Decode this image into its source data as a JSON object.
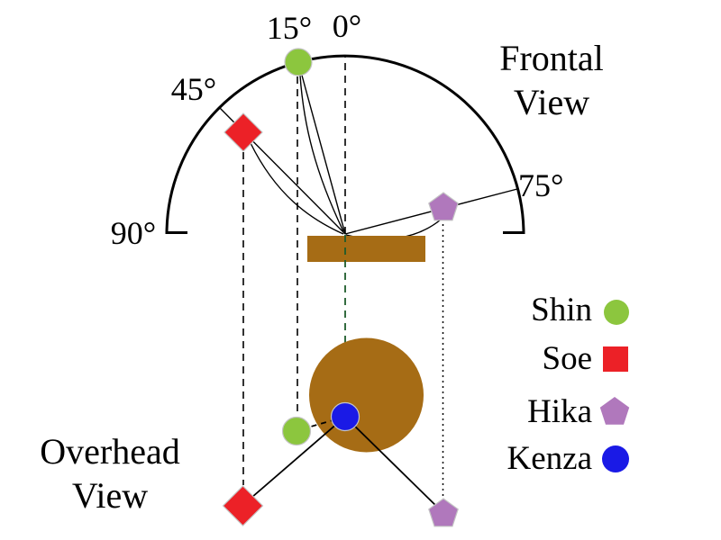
{
  "titles": {
    "frontal": "Frontal View",
    "overhead": "Overhead View"
  },
  "angles": {
    "a0": "0°",
    "a15": "15°",
    "a45": "45°",
    "a75": "75°",
    "a90": "90°"
  },
  "legend": [
    {
      "name": "Shin",
      "marker": "green-circle",
      "color": "#8CC63E"
    },
    {
      "name": "Soe",
      "marker": "red-square",
      "color": "#EC2127"
    },
    {
      "name": "Hika",
      "marker": "purple-pentagon",
      "color": "#B078BC"
    },
    {
      "name": "Kenza",
      "marker": "blue-circle",
      "color": "#1A1AE6"
    }
  ],
  "colors": {
    "shin": "#8CC63E",
    "soe": "#EC2127",
    "hika": "#B078BC",
    "kenza": "#1A1AE6",
    "head": "#A66C15",
    "center_line": "#1E5C2B",
    "line": "#000000"
  }
}
